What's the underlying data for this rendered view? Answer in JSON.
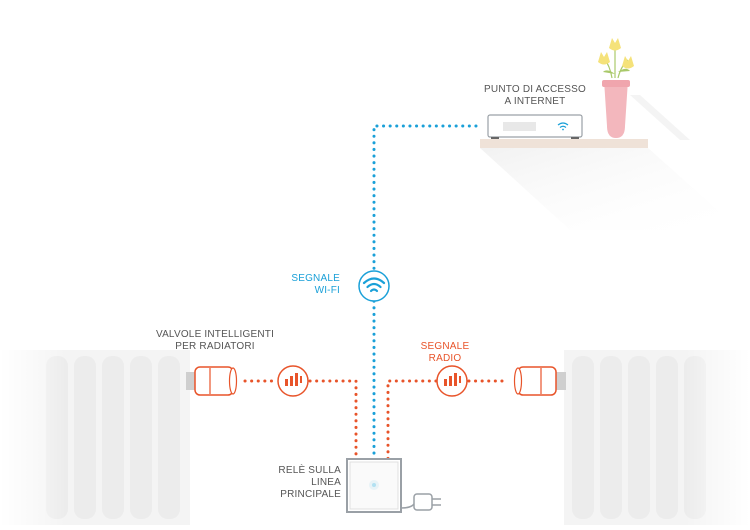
{
  "labels": {
    "access_point": [
      "PUNTO DI ACCESSO",
      "A INTERNET"
    ],
    "wifi_signal": [
      "SEGNALE",
      "WI-FI"
    ],
    "valves": [
      "VALVOLE  INTELLIGENTI",
      "PER RADIATORI"
    ],
    "radio_signal": [
      "SEGNALE",
      "RADIO"
    ],
    "relay": [
      "RELÈ SULLA",
      "LINEA",
      "PRINCIPALE"
    ]
  },
  "colors": {
    "wifi": "#1aa0d8",
    "radio": "#e8542a",
    "device_outline": "#9aa0a6",
    "flower_yellow": "#f5e27a",
    "vase_pink": "#f3b7bd",
    "shelf": "#efe2d8"
  },
  "icons": {
    "wifi": "wifi-icon",
    "radio": "radio-signal-icon",
    "router": "router-icon",
    "valve": "thermostatic-valve-icon",
    "relay": "relay-box-icon",
    "plug": "plug-icon",
    "flowers": "flower-vase-icon",
    "radiator": "radiator-icon"
  }
}
